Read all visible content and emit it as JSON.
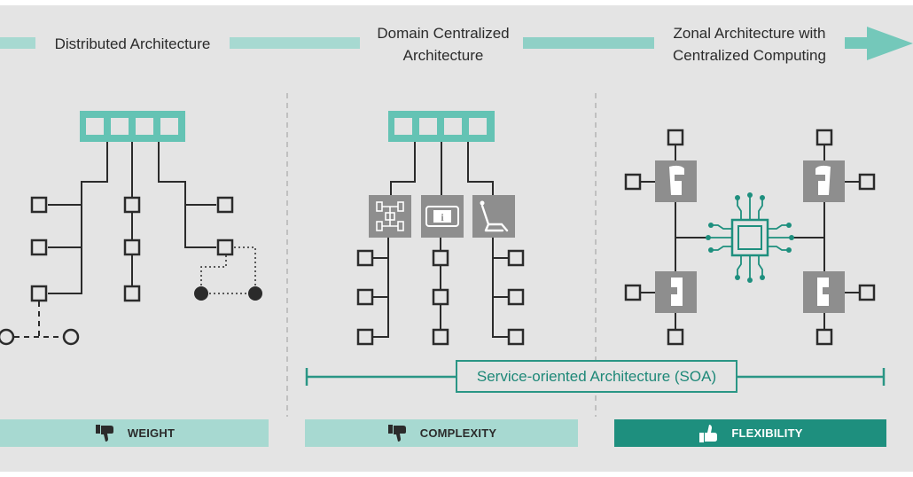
{
  "colors": {
    "background": "#e4e4e4",
    "teal": "#64c3b4",
    "teal_dark": "#1e8f7e",
    "teal_light": "#a7d9d1",
    "gray_box": "#8e8e8e",
    "line": "#2b2b2b"
  },
  "stages": [
    {
      "label": "Distributed Architecture"
    },
    {
      "label_line1": "Domain Centralized",
      "label_line2": "Architecture"
    },
    {
      "label_line1": "Zonal Architecture with",
      "label_line2": "Centralized Computing"
    }
  ],
  "domain_icons": [
    "chassis-icon",
    "infotainment-icon",
    "seat-icon"
  ],
  "zonal_icons": [
    "door-front-left-icon",
    "door-front-right-icon",
    "door-rear-left-icon",
    "door-rear-right-icon",
    "processor-chip-icon"
  ],
  "soa": {
    "label": "Service-oriented Architecture (SOA)"
  },
  "bottom_bars": [
    {
      "label": "WEIGHT",
      "sentiment": "thumbs-down-icon"
    },
    {
      "label": "COMPLEXITY",
      "sentiment": "thumbs-down-icon"
    },
    {
      "label": "FLEXIBILITY",
      "sentiment": "thumbs-up-icon"
    }
  ]
}
